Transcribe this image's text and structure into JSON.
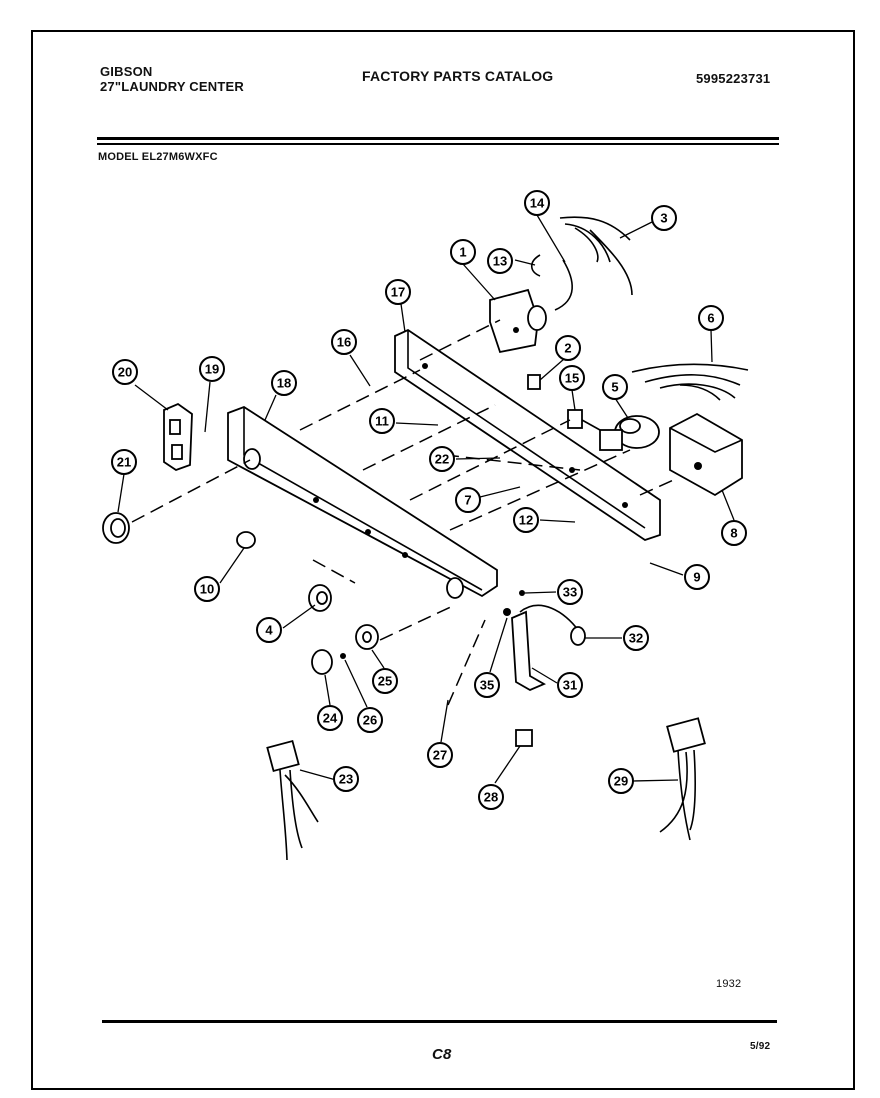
{
  "header": {
    "brand": "GIBSON",
    "product": "27\"LAUNDRY CENTER",
    "catalog_title": "FACTORY PARTS CATALOG",
    "catalog_number": "5995223731",
    "model": "MODEL EL27M6WXFC"
  },
  "footer": {
    "figure_number": "1932",
    "date": "5/92",
    "mark": "C8"
  },
  "callouts": [
    {
      "n": "1"
    },
    {
      "n": "2"
    },
    {
      "n": "3"
    },
    {
      "n": "4"
    },
    {
      "n": "5"
    },
    {
      "n": "6"
    },
    {
      "n": "7"
    },
    {
      "n": "8"
    },
    {
      "n": "9"
    },
    {
      "n": "10"
    },
    {
      "n": "11"
    },
    {
      "n": "12"
    },
    {
      "n": "13"
    },
    {
      "n": "14"
    },
    {
      "n": "15"
    },
    {
      "n": "16"
    },
    {
      "n": "17"
    },
    {
      "n": "18"
    },
    {
      "n": "19"
    },
    {
      "n": "20"
    },
    {
      "n": "21"
    },
    {
      "n": "22"
    },
    {
      "n": "23"
    },
    {
      "n": "24"
    },
    {
      "n": "25"
    },
    {
      "n": "26"
    },
    {
      "n": "27"
    },
    {
      "n": "28"
    },
    {
      "n": "29"
    },
    {
      "n": "31"
    },
    {
      "n": "32"
    },
    {
      "n": "33"
    },
    {
      "n": "35"
    }
  ]
}
